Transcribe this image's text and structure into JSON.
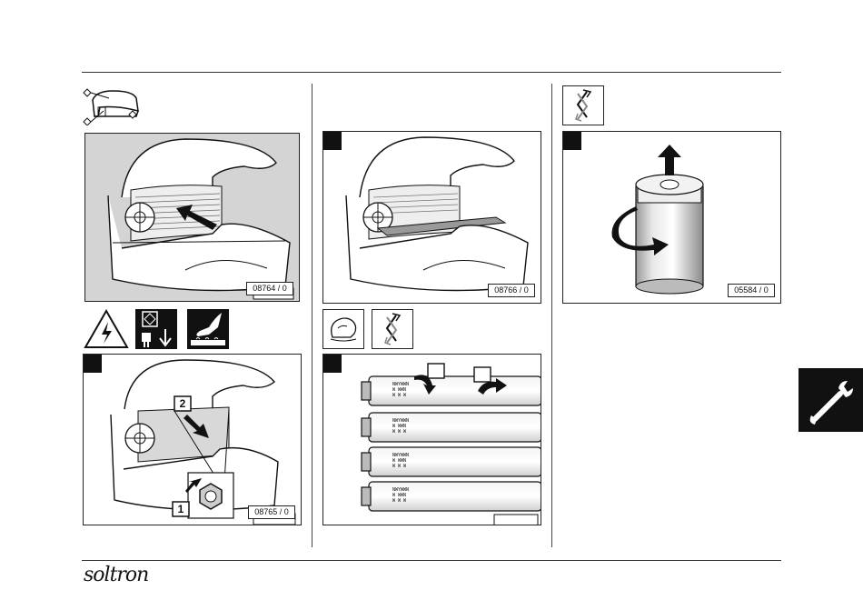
{
  "figures": {
    "fig1": "08764 / 0",
    "fig2": "08765 / 0",
    "fig3": "08766 / 0",
    "fig4": "",
    "fig5": "05584 / 0"
  },
  "callouts": {
    "one": "1",
    "two": "2"
  },
  "lamp_markings": {
    "line1": "NWYWWN",
    "line2": "W WWN",
    "line3": "W W W"
  },
  "brand": "soltron",
  "colors": {
    "gray_panel": "#d4d4d4",
    "tab": "#111111"
  }
}
